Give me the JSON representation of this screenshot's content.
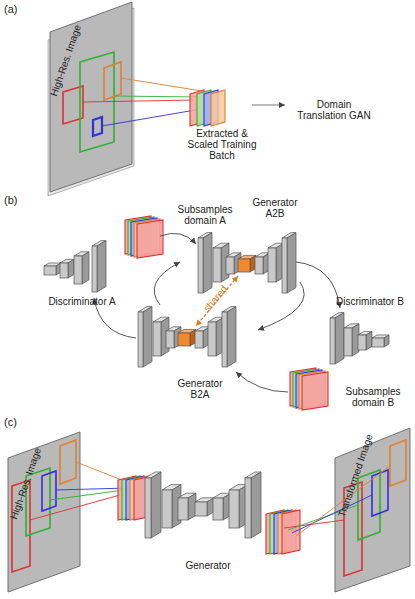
{
  "diagram": {
    "labels": [
      "(a)",
      "High-Res. Image",
      "Extracted & Scaled Training Batch",
      "Domain Translation GAN",
      "(b)",
      "Subsamples domain A",
      "Generator A2B",
      "shared",
      "Discriminator A",
      "Discriminator B",
      "Generator B2A",
      "Subsamples domain B",
      "(c)",
      "High-Res. Image",
      "Transformed Image",
      "Generator"
    ]
  }
}
